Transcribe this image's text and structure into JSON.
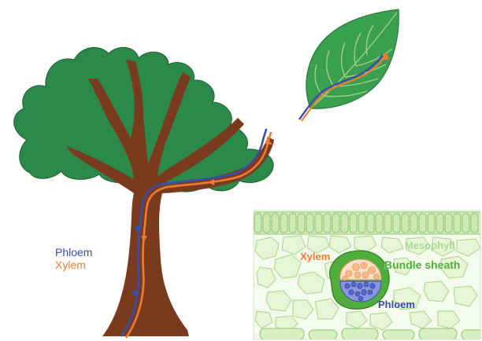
{
  "labels": {
    "phloem": "Phloem",
    "xylem": "Xylem",
    "inset_xylem": "Xylem",
    "inset_phloem": "Phloem",
    "bundle_sheath": "Bundle sheath",
    "mesophyll": "Mesophyll"
  },
  "colors": {
    "phloem": "#3a4ea8",
    "xylem": "#f07c33",
    "canopy": "#2b8a4a",
    "canopy_dark": "#1f5e31",
    "trunk": "#7a3a1e",
    "leaf": "#3aa04f",
    "leaf_vein": "#9fd08a",
    "bundle_sheath": "#4fae3c",
    "mesophyll": "#c8e6a8",
    "xylem_cells": "#f7b98a",
    "phloem_cells": "#5566c9"
  }
}
